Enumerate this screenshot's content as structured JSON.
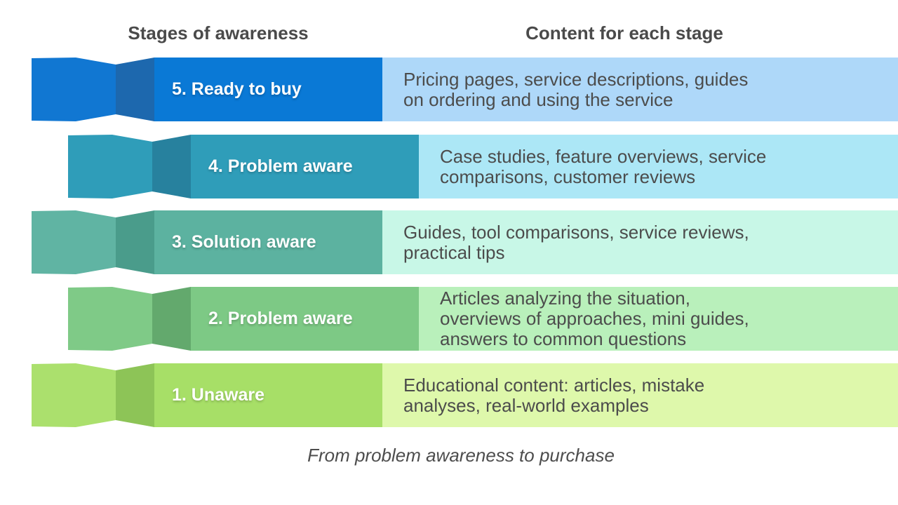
{
  "header": {
    "left": "Stages of awareness",
    "right": "Content for each stage"
  },
  "caption": "From problem awareness to purchase",
  "rows": [
    {
      "label": "5. Ready to buy",
      "content": "Pricing pages, service descriptions, guides\non ordering and using the service",
      "colors": {
        "panel": "#1177d2",
        "fold": "#1d68ae",
        "main": "#0a79d6",
        "content_bg": "#aed8f9"
      }
    },
    {
      "label": "4. Problem aware",
      "content": "Case studies, feature overviews, service\ncomparisons, customer reviews",
      "colors": {
        "panel": "#2f9db9",
        "fold": "#27819e",
        "main": "#2f9db9",
        "content_bg": "#ace7f6"
      }
    },
    {
      "label": "3. Solution aware",
      "content": "Guides, tool comparisons, service reviews,\npractical tips",
      "colors": {
        "panel": "#60b4a3",
        "fold": "#4a9c8b",
        "main": "#5cb2a0",
        "content_bg": "#c8f7e7"
      }
    },
    {
      "label": "2. Problem aware",
      "content": "Articles analyzing the situation,\noverviews of approaches, mini guides,\nanswers to common questions",
      "colors": {
        "panel": "#7fca87",
        "fold": "#63a96d",
        "main": "#7dc985",
        "content_bg": "#b9f0bb"
      }
    },
    {
      "label": "1. Unaware",
      "content": "Educational content: articles, mistake\nanalyses, real-world examples",
      "colors": {
        "panel": "#abe06d",
        "fold": "#8dc457",
        "main": "#a7df67",
        "content_bg": "#def8ab"
      }
    }
  ]
}
